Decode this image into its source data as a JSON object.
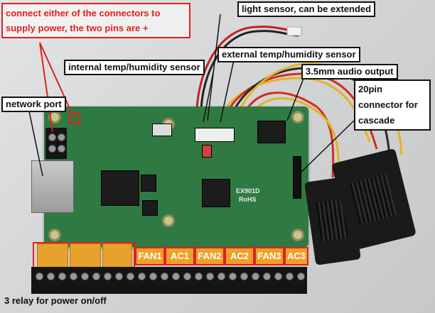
{
  "callouts": {
    "power": "connect either of the connectors to supply power, the two pins are +",
    "light_sensor": "light sensor, can be extended",
    "external_temp": "external temp/humidity sensor",
    "internal_temp": "internal temp/humidity sensor",
    "audio": "3.5mm audio output",
    "network": "network port",
    "cascade": "20pin connector for cascade",
    "relay": "3 relay for power on/off"
  },
  "board": {
    "chip_model": "EX901D",
    "chip_mark": "RoHS"
  },
  "connectors": [
    "FAN1",
    "AC1",
    "FAN2",
    "AC2",
    "FAN3",
    "AC3"
  ],
  "colors": {
    "pcb": "#2f7a43",
    "relay": "#e8a12b",
    "highlight": "#e02020"
  }
}
